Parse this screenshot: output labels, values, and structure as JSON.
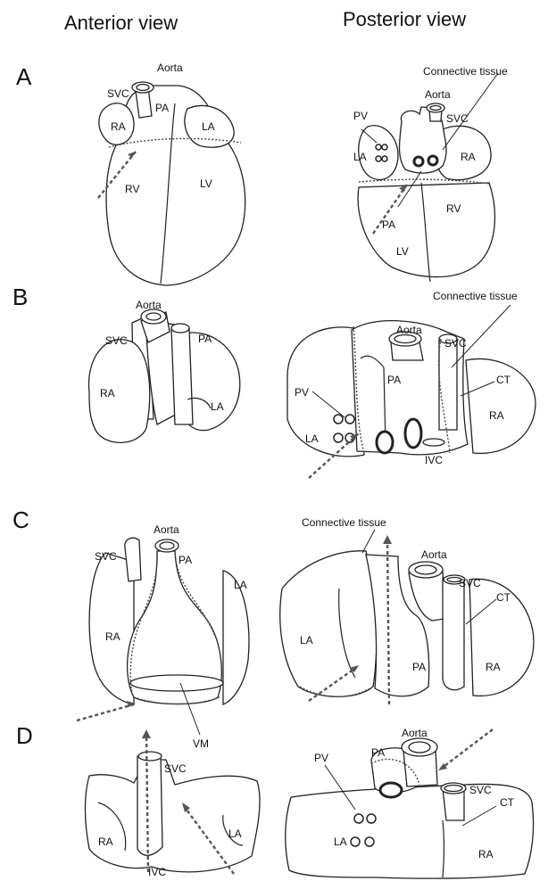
{
  "headers": {
    "anterior": "Anterior view",
    "posterior": "Posterior view"
  },
  "panels": {
    "A": {
      "letter": "A",
      "anterior": {
        "aorta": "Aorta",
        "svc": "SVC",
        "ra": "RA",
        "pa": "PA",
        "la": "LA",
        "rv": "RV",
        "lv": "LV"
      },
      "posterior": {
        "connective": "Connective tissue",
        "aorta": "Aorta",
        "pv": "PV",
        "svc": "SVC",
        "la": "LA",
        "ra": "RA",
        "pa": "PA",
        "lv": "LV",
        "rv": "RV"
      }
    },
    "B": {
      "letter": "B",
      "anterior": {
        "aorta": "Aorta",
        "svc": "SVC",
        "pa": "PA",
        "ra": "RA",
        "la": "LA"
      },
      "posterior": {
        "connective": "Connective tissue",
        "aorta": "Aorta",
        "svc": "SVC",
        "pv": "PV",
        "ct": "CT",
        "pa": "PA",
        "la": "LA",
        "ra": "RA",
        "ivc": "IVC"
      }
    },
    "C": {
      "letter": "C",
      "anterior": {
        "aorta": "Aorta",
        "svc": "SVC",
        "pa": "PA",
        "la": "LA",
        "ra": "RA",
        "vm": "VM"
      },
      "posterior": {
        "connective": "Connective tissue",
        "aorta": "Aorta",
        "svc": "SVC",
        "ct": "CT",
        "la": "LA",
        "pa": "PA",
        "ra": "RA"
      }
    },
    "D": {
      "letter": "D",
      "anterior": {
        "svc": "SVC",
        "la": "LA",
        "ra": "RA",
        "ivc": "IVC"
      },
      "posterior": {
        "aorta": "Aorta",
        "pa": "PA",
        "svc": "SVC",
        "pv": "PV",
        "ct": "CT",
        "la": "LA",
        "ra": "RA"
      }
    }
  }
}
